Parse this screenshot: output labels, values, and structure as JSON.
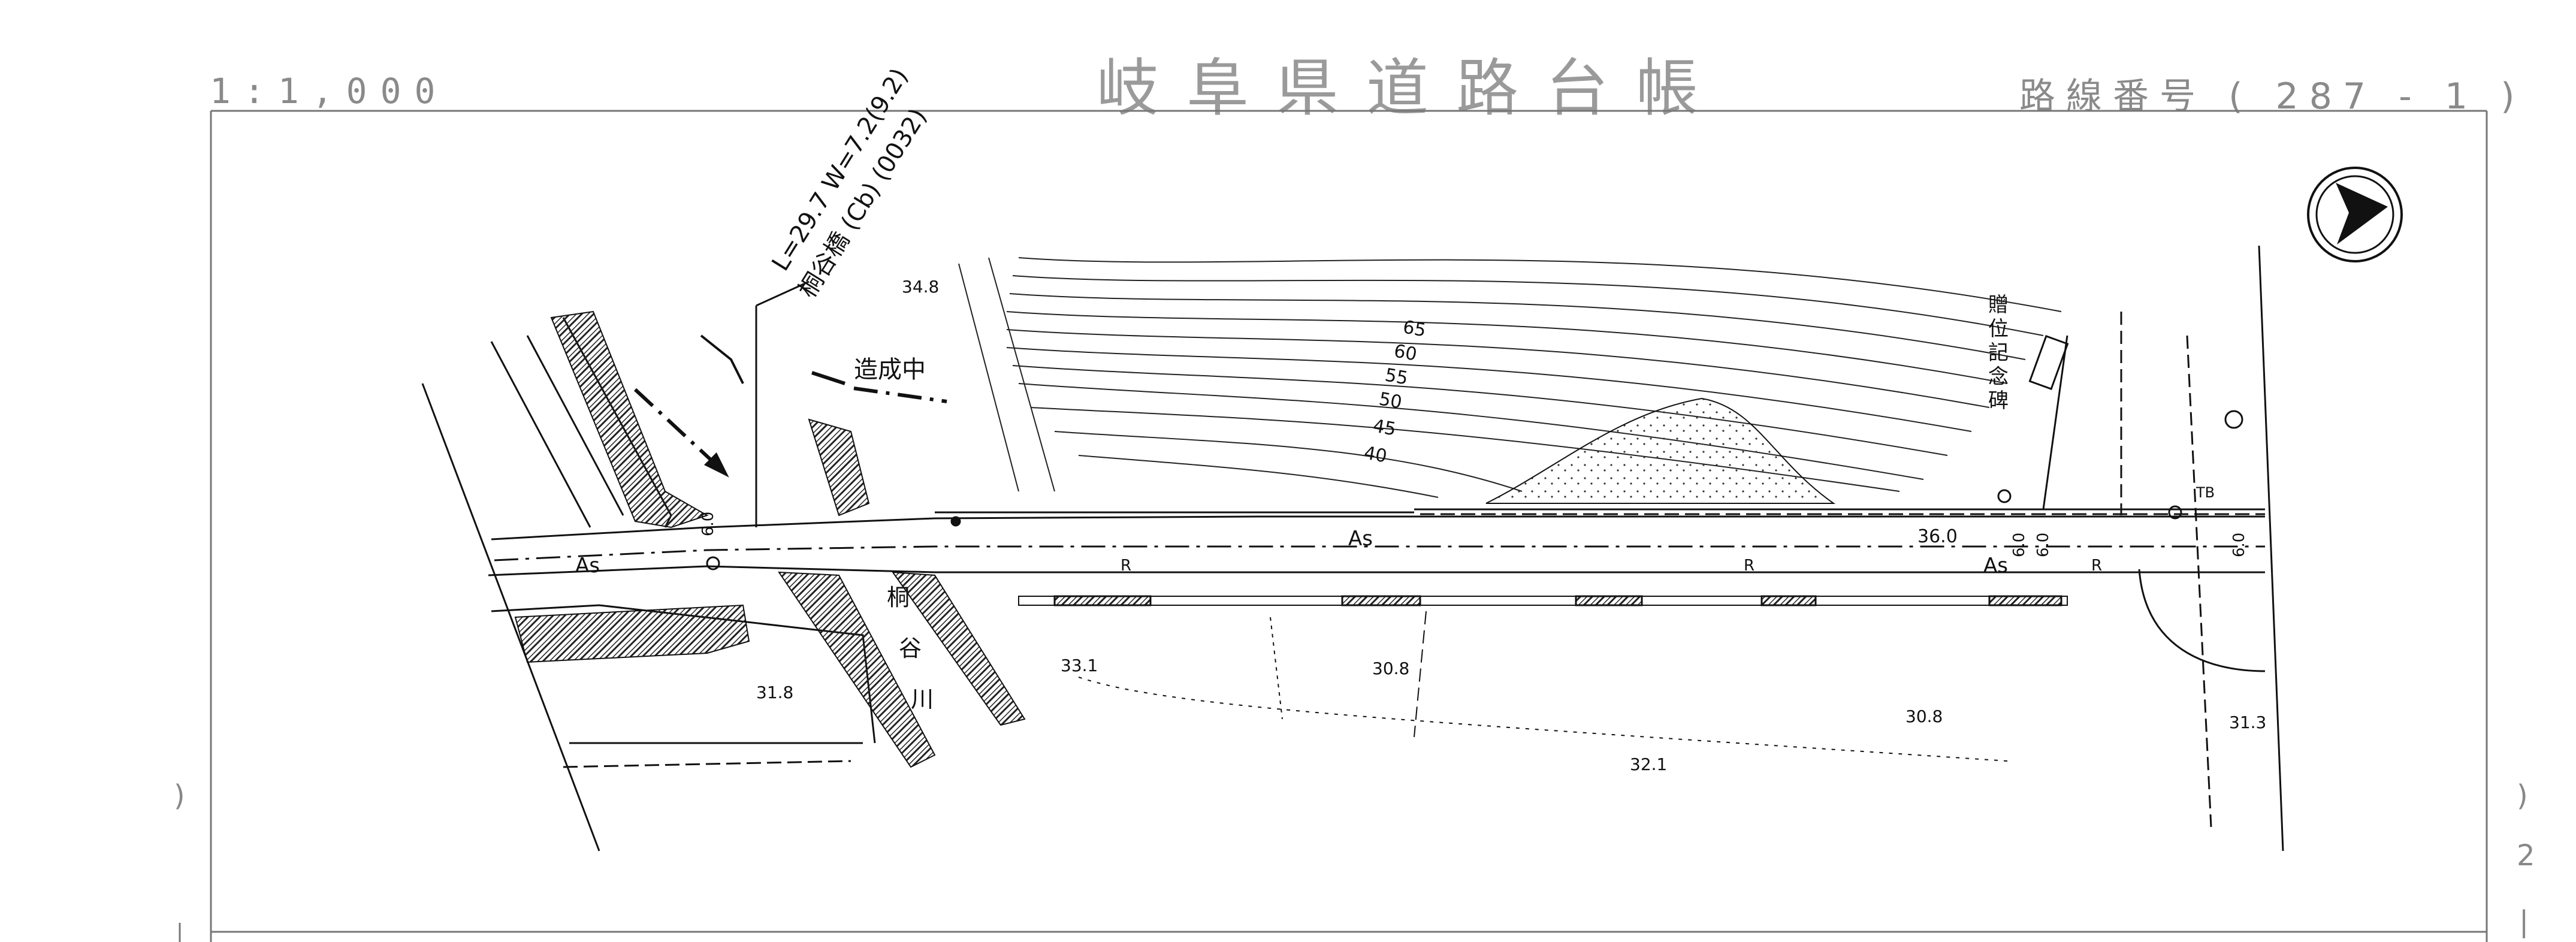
{
  "header": {
    "scale": "1:1,000",
    "title": "岐阜県道路台帳",
    "route_label": "路線番号",
    "route_number": "( 287 -  1 )"
  },
  "side_marks": {
    "left": ")",
    "right_top": ")",
    "right_page": "2",
    "right_bottom": "|"
  },
  "map": {
    "bridge_dims": "L=29.7  W=7.2(9.2)",
    "bridge_name": "桐谷橋 (Cb) (0032)",
    "under_construction": "造成中",
    "monument": [
      "贈",
      "位",
      "記",
      "念",
      "碑"
    ],
    "river": [
      "桐",
      "谷",
      "川"
    ],
    "road_surface": "As",
    "reserve_mark": "R",
    "tb_mark": "TB",
    "width_marks": [
      "6.0",
      "6.0",
      "6.0",
      "6.0"
    ],
    "contours": [
      "65",
      "60",
      "55",
      "50",
      "45",
      "40"
    ],
    "spot_heights": [
      "34.8",
      "31.8",
      "33.1",
      "30.8",
      "30.8",
      "32.1",
      "31.3",
      "36.0"
    ],
    "north_arrow": "north-arrow"
  },
  "colors": {
    "ink": "#111111",
    "header_gray": "#8a8a8a",
    "hatch": "#222222"
  }
}
